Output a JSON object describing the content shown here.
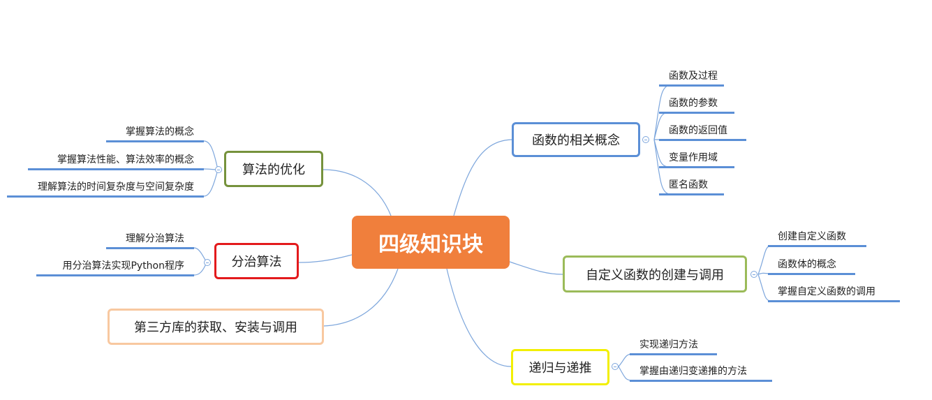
{
  "center": {
    "label": "四级知识块",
    "color": "#f07f3c"
  },
  "branches": {
    "functions": {
      "label": "函数的相关概念",
      "border_color": "#5b8fd6",
      "items": [
        "函数及过程",
        "函数的参数",
        "函数的返回值",
        "变量作用域",
        "匿名函数"
      ]
    },
    "custom": {
      "label": "自定义函数的创建与调用",
      "border_color": "#9bbb59",
      "items": [
        "创建自定义函数",
        "函数体的概念",
        "掌握自定义函数的调用"
      ]
    },
    "recursion": {
      "label": "递归与递推",
      "border_color": "#f2ef00",
      "items": [
        "实现递归方法",
        "掌握由递归变递推的方法"
      ]
    },
    "optimize": {
      "label": "算法的优化",
      "border_color": "#76923c",
      "items": [
        "掌握算法的概念",
        "掌握算法性能、算法效率的概念",
        "理解算法的时间复杂度与空间复杂度"
      ]
    },
    "divide": {
      "label": "分治算法",
      "border_color": "#e31a1c",
      "items": [
        "理解分治算法",
        "用分治算法实现Python程序"
      ]
    },
    "thirdparty": {
      "label": "第三方库的获取、安装与调用",
      "border_color": "#f8c8a0"
    }
  },
  "colors": {
    "link": "#7da6dc",
    "leaf_underline": "#5b8fd6"
  }
}
